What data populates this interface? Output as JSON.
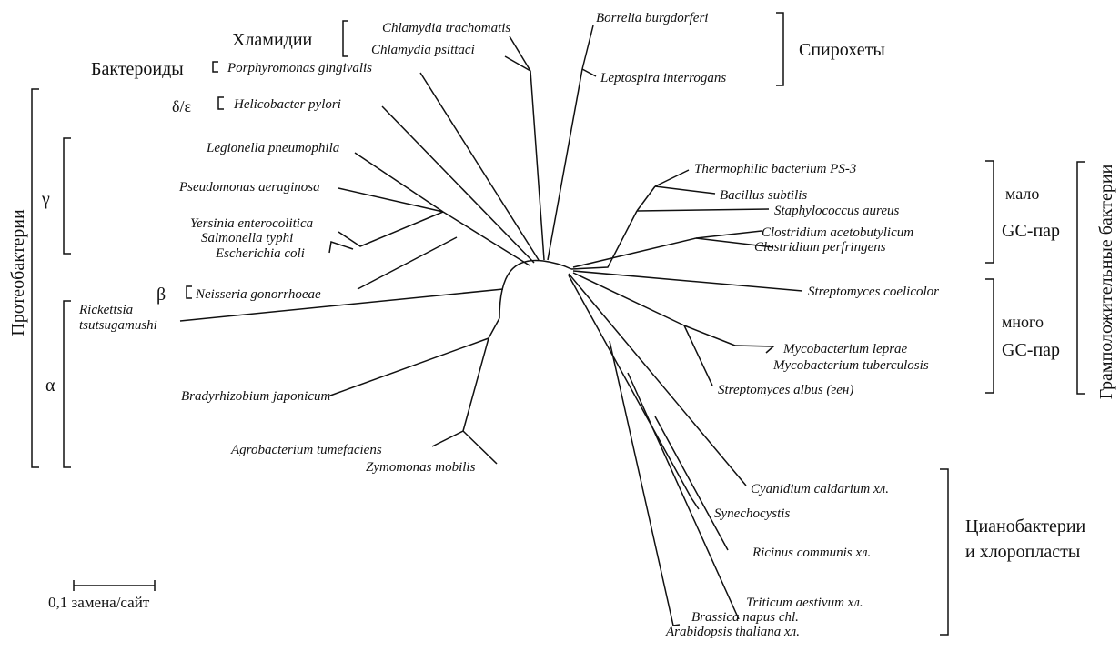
{
  "species": {
    "chlamydia_trachomatis": "Chlamydia trachomatis",
    "chlamydia_psittaci": "Chlamydia psittaci",
    "porphyromonas": "Porphyromonas gingivalis",
    "helicobacter": "Helicobacter pylori",
    "legionella": "Legionella pneumophila",
    "pseudomonas": "Pseudomonas aeruginosa",
    "yersinia": "Yersinia enterocolitica",
    "salmonella": "Salmonella typhi",
    "escherichia": "Escherichia coli",
    "neisseria": "Neisseria gonorrhoeae",
    "rickettsia_1": "Rickettsia",
    "rickettsia_2": "tsutsugamushi",
    "bradyrhizobium": "Bradyrhizobium japonicum",
    "agrobacterium": "Agrobacterium tumefaciens",
    "zymomonas": "Zymomonas mobilis",
    "borrelia": "Borrelia burgdorferi",
    "leptospira": "Leptospira interrogans",
    "thermophilic": "Thermophilic bacterium PS-3",
    "bacillus": "Bacillus subtilis",
    "staphylococcus": "Staphylococcus aureus",
    "clostridium_aceto": "Clostridium acetobutylicum",
    "clostridium_perf": "Clostridium perfringens",
    "streptomyces_coel": "Streptomyces coelicolor",
    "mycobacterium_leprae": "Mycobacterium leprae",
    "mycobacterium_tb": "Mycobacterium tuberculosis",
    "streptomyces_albus": "Streptomyces albus (ген)",
    "cyanidium": "Cyanidium caldarium хл.",
    "synechocystis": "Synechocystis",
    "ricinus": "Ricinus communis хл.",
    "triticum": "Triticum aestivum хл.",
    "brassica": "Brassica napus chl.",
    "arabidopsis": "Arabidopsis thaliana хл."
  },
  "groups": {
    "chlamydiae": "Хламидии",
    "bacteroides": "Бактероиды",
    "spirochetes": "Спирохеты",
    "proteobacteria": "Протеобактерии",
    "gram_positive": "Грамположительные бактерии",
    "low_gc_1": "мало",
    "low_gc_2": "GC-пар",
    "high_gc_1": "много",
    "high_gc_2": "GC-пар",
    "cyano_1": "Цианобактерии",
    "cyano_2": "и хлоропласты"
  },
  "subgroups": {
    "delta_epsilon": "δ/ε",
    "gamma": "γ",
    "beta": "β",
    "alpha": "α"
  },
  "scale_bar": {
    "label": "0,1 замена/сайт",
    "substitutions_per_site": 0.1
  }
}
